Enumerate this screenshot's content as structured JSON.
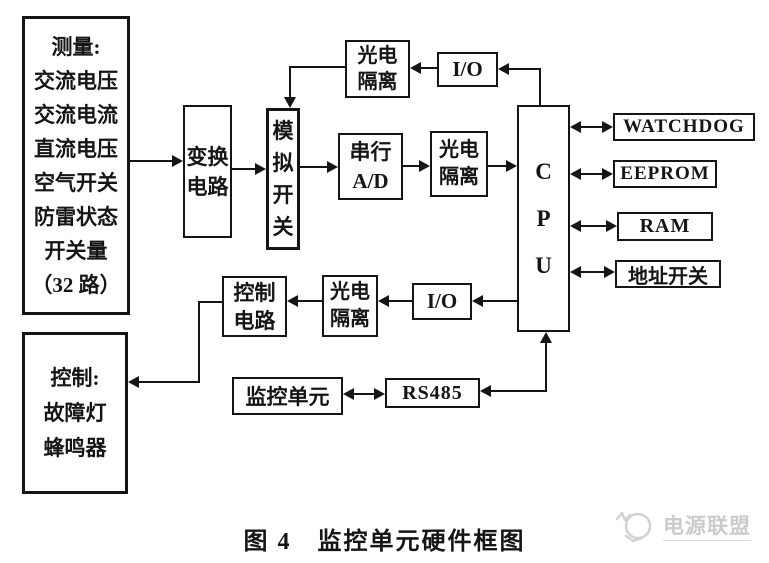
{
  "page": {
    "caption": "图 4　监控单元硬件框图",
    "watermark_text": "电源联盟",
    "colors": {
      "ink": "#151515",
      "paper": "#ffffff",
      "watermark": "#cbcbcb"
    }
  },
  "blocks": {
    "measure": {
      "label": "测量:\n交流电压\n交流电流\n直流电压\n空气开关\n防雷状态\n开关量\n（32 路）"
    },
    "transform": {
      "label": "变换\n电路"
    },
    "analog_switch": {
      "label": "模\n拟\n开\n关"
    },
    "serial_ad": {
      "label": "串行\nA/D"
    },
    "opto_top": {
      "label": "光电\n隔离"
    },
    "io_top": {
      "label": "I/O"
    },
    "opto_mid": {
      "label": "光电\n隔离"
    },
    "cpu": {
      "label": "C\nP\nU"
    },
    "watchdog": {
      "label": "WATCHDOG"
    },
    "eeprom": {
      "label": "EEPROM"
    },
    "ram": {
      "label": "RAM"
    },
    "address_switch": {
      "label": "地址开关"
    },
    "control_circuit": {
      "label": "控制\n电路"
    },
    "opto_bottom": {
      "label": "光电\n隔离"
    },
    "io_bottom": {
      "label": "I/O"
    },
    "monitor_unit": {
      "label": "监控单元"
    },
    "rs485": {
      "label": "RS485"
    },
    "control_outputs": {
      "label": "控制:\n故障灯\n蜂鸣器"
    }
  },
  "connections": [
    {
      "from": "measure",
      "to": "transform",
      "type": "arrow"
    },
    {
      "from": "transform",
      "to": "analog_switch",
      "type": "arrow"
    },
    {
      "from": "analog_switch",
      "to": "serial_ad",
      "type": "arrow"
    },
    {
      "from": "serial_ad",
      "to": "opto_mid",
      "type": "arrow"
    },
    {
      "from": "opto_mid",
      "to": "cpu",
      "type": "arrow"
    },
    {
      "from": "cpu",
      "to": "io_top",
      "type": "arrow"
    },
    {
      "from": "io_top",
      "to": "opto_top",
      "type": "arrow"
    },
    {
      "from": "opto_top",
      "to": "analog_switch",
      "type": "arrow"
    },
    {
      "from": "cpu",
      "to": "watchdog",
      "type": "bidirectional"
    },
    {
      "from": "cpu",
      "to": "eeprom",
      "type": "bidirectional"
    },
    {
      "from": "cpu",
      "to": "ram",
      "type": "bidirectional"
    },
    {
      "from": "cpu",
      "to": "address_switch",
      "type": "bidirectional"
    },
    {
      "from": "cpu",
      "to": "io_bottom",
      "type": "arrow"
    },
    {
      "from": "io_bottom",
      "to": "opto_bottom",
      "type": "arrow"
    },
    {
      "from": "opto_bottom",
      "to": "control_circuit",
      "type": "arrow"
    },
    {
      "from": "control_circuit",
      "to": "control_outputs",
      "type": "arrow"
    },
    {
      "from": "monitor_unit",
      "to": "rs485",
      "type": "bidirectional"
    },
    {
      "from": "rs485",
      "to": "cpu",
      "type": "bidirectional"
    }
  ]
}
